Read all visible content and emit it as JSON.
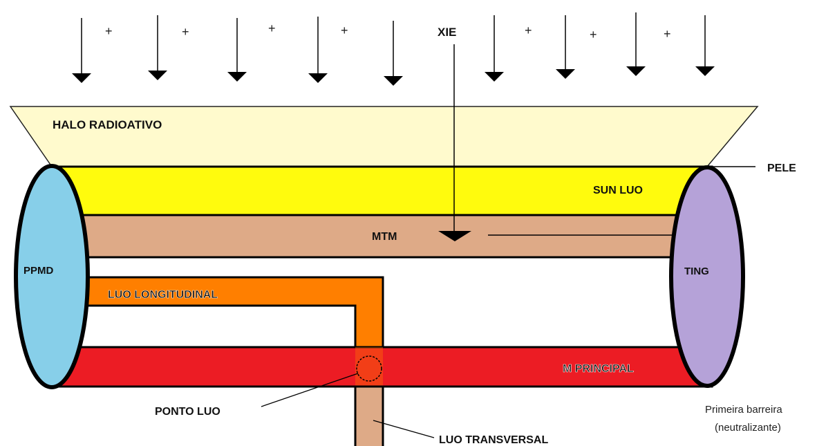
{
  "labels": {
    "xie": "XIE",
    "halo": "HALO RADIOATIVO",
    "pele": "PELE",
    "sun_luo": "SUN LUO",
    "mtm": "MTM",
    "ppmd": "PPMD",
    "ting": "TING",
    "luo_longitudinal": "LUO LONGITUDINAL",
    "m_principal": "M PRINCIPAL",
    "ponto_luo": "PONTO LUO",
    "luo_transversal": "LUO TRANSVERSAL",
    "barrier_line1": "Primeira barreira",
    "barrier_line2": "(neutralizante)"
  },
  "plus_sign": "+",
  "colors": {
    "halo": "#fffacd",
    "sun_luo": "#fffb0d",
    "mtm": "#deaa87",
    "luo_longitudinal": "#ff7f00",
    "m_principal": "#ec1c24",
    "luo_transversal": "#deaa87",
    "ppmd": "#87cfe9",
    "ting": "#b5a2d8",
    "outline": "#000000"
  }
}
